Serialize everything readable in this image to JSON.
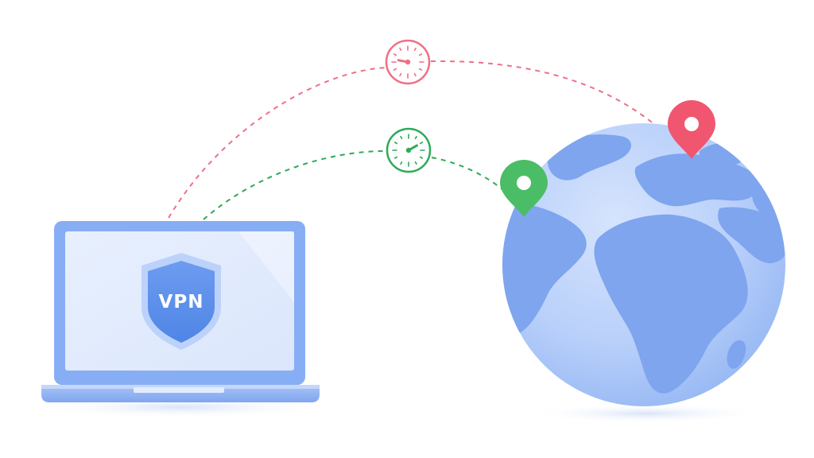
{
  "shield": {
    "label": "VPN"
  },
  "colors": {
    "slow_route": "#ef6f86",
    "fast_route": "#2eaa56",
    "slow_pin": "#f0566f",
    "fast_pin": "#4bbd66",
    "laptop_frame": "#87aef4",
    "laptop_screen": "#e3ecfd",
    "shield_fill": "#5f92ec",
    "globe_ocean": "#b8cffa",
    "globe_land": "#7ea5ee"
  },
  "icons": {
    "slow_gauge": "speedometer-icon",
    "fast_gauge": "speedometer-icon",
    "slow_pin": "location-pin-icon",
    "fast_pin": "location-pin-icon",
    "shield": "shield-icon",
    "laptop": "laptop-icon",
    "globe": "globe-icon"
  },
  "routes": [
    {
      "name": "slow-route",
      "gauge_level": 0.2
    },
    {
      "name": "fast-route",
      "gauge_level": 0.75
    }
  ]
}
